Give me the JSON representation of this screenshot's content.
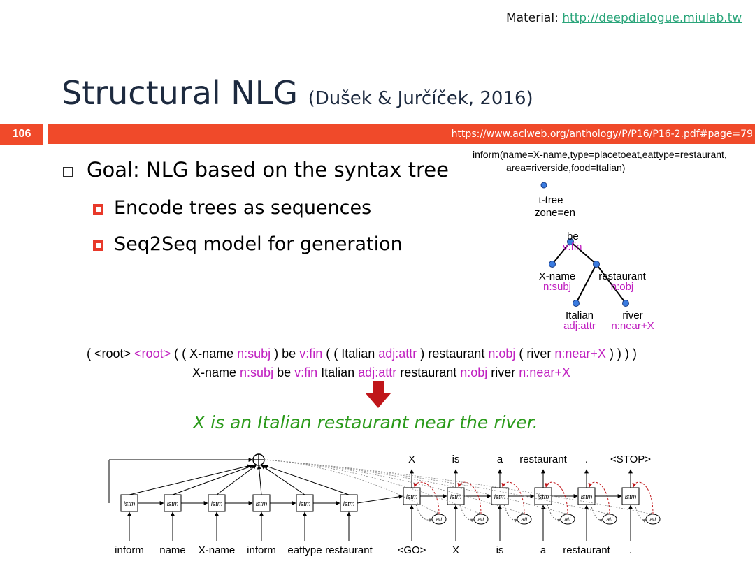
{
  "header": {
    "material_label": "Material:",
    "material_link": "http://deepdialogue.miulab.tw"
  },
  "slide": {
    "title": "Structural NLG",
    "citation": "(Dušek & Jurčíček, 2016)",
    "number": "106",
    "url": "https://www.aclweb.org/anthology/P/P16/P16-2.pdf#page=79"
  },
  "bullets": {
    "main": "Goal: NLG based on the syntax tree",
    "sub": [
      "Encode trees as sequences",
      "Seq2Seq model for generation"
    ]
  },
  "figure": {
    "inform_line1": "inform(name=X-name,type=placetoeat,eattype=restaurant,",
    "inform_line2": "area=riverside,food=Italian)",
    "tree": {
      "root": "t-tree",
      "root_attr": "zone=en",
      "be": "be",
      "be_attr": "v:fin",
      "xname": "X-name",
      "xname_attr": "n:subj",
      "restaurant": "restaurant",
      "restaurant_attr": "n:obj",
      "italian": "Italian",
      "italian_attr": "adj:attr",
      "river": "river",
      "river_attr": "n:near+X"
    },
    "seq1": [
      {
        "t": "( ",
        "c": "black"
      },
      {
        "t": "<root> ",
        "c": "black"
      },
      {
        "t": "<root>",
        "c": "pink"
      },
      {
        "t": " ( ( X-name ",
        "c": "black"
      },
      {
        "t": "n:subj",
        "c": "pink"
      },
      {
        "t": " ) be ",
        "c": "black"
      },
      {
        "t": "v:fin",
        "c": "pink"
      },
      {
        "t": " ( ( Italian ",
        "c": "black"
      },
      {
        "t": "adj:attr",
        "c": "pink"
      },
      {
        "t": " ) restaurant ",
        "c": "black"
      },
      {
        "t": "n:obj",
        "c": "pink"
      },
      {
        "t": " ( river ",
        "c": "black"
      },
      {
        "t": "n:near+X",
        "c": "pink"
      },
      {
        "t": " ) ) ) )",
        "c": "black"
      }
    ],
    "seq2": [
      {
        "t": "X-name ",
        "c": "black"
      },
      {
        "t": "n:subj",
        "c": "pink"
      },
      {
        "t": " be ",
        "c": "black"
      },
      {
        "t": "v:fin",
        "c": "pink"
      },
      {
        "t": " Italian ",
        "c": "black"
      },
      {
        "t": "adj:attr",
        "c": "pink"
      },
      {
        "t": " restaurant ",
        "c": "black"
      },
      {
        "t": "n:obj",
        "c": "pink"
      },
      {
        "t": " river ",
        "c": "black"
      },
      {
        "t": "n:near+X",
        "c": "pink"
      }
    ],
    "output_sentence": "X is an Italian restaurant near the river.",
    "model": {
      "cell_label": "lstm",
      "att_label": "att",
      "encoder_inputs": [
        "inform",
        "name",
        "X-name",
        "inform",
        "eattype",
        "restaurant"
      ],
      "decoder_inputs": [
        "<GO>",
        "X",
        "is",
        "a",
        "restaurant",
        "."
      ],
      "decoder_outputs": [
        "X",
        "is",
        "a",
        "restaurant",
        ".",
        "<STOP>"
      ]
    }
  },
  "colors": {
    "accent": "#f04a2a",
    "title": "#1d2a3f",
    "tag": "#c020c0",
    "output": "#2a9a1a",
    "node": "#3a7be0",
    "arrow_red": "#c0161a"
  }
}
